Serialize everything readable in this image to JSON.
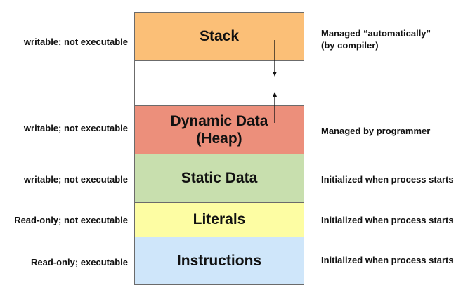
{
  "segments": {
    "stack": "Stack",
    "heap_line1": "Dynamic Data",
    "heap_line2": "(Heap)",
    "static": "Static Data",
    "literals": "Literals",
    "instructions": "Instructions"
  },
  "permissions": {
    "stack": "writable; not executable",
    "heap": "writable; not executable",
    "static": "writable; not executable",
    "literals": "Read-only; not executable",
    "instructions": "Read-only; executable"
  },
  "management": {
    "stack_line1": "Managed “automatically”",
    "stack_line2": "(by compiler)",
    "heap": "Managed by programmer",
    "static": "Initialized when process starts",
    "literals": "Initialized when process starts",
    "instructions": "Initialized when process starts"
  },
  "colors": {
    "stack": "#fbbf77",
    "heap": "#ec8f7b",
    "static": "#c8dfae",
    "literals": "#fdfda3",
    "instructions": "#cfe6fa"
  }
}
